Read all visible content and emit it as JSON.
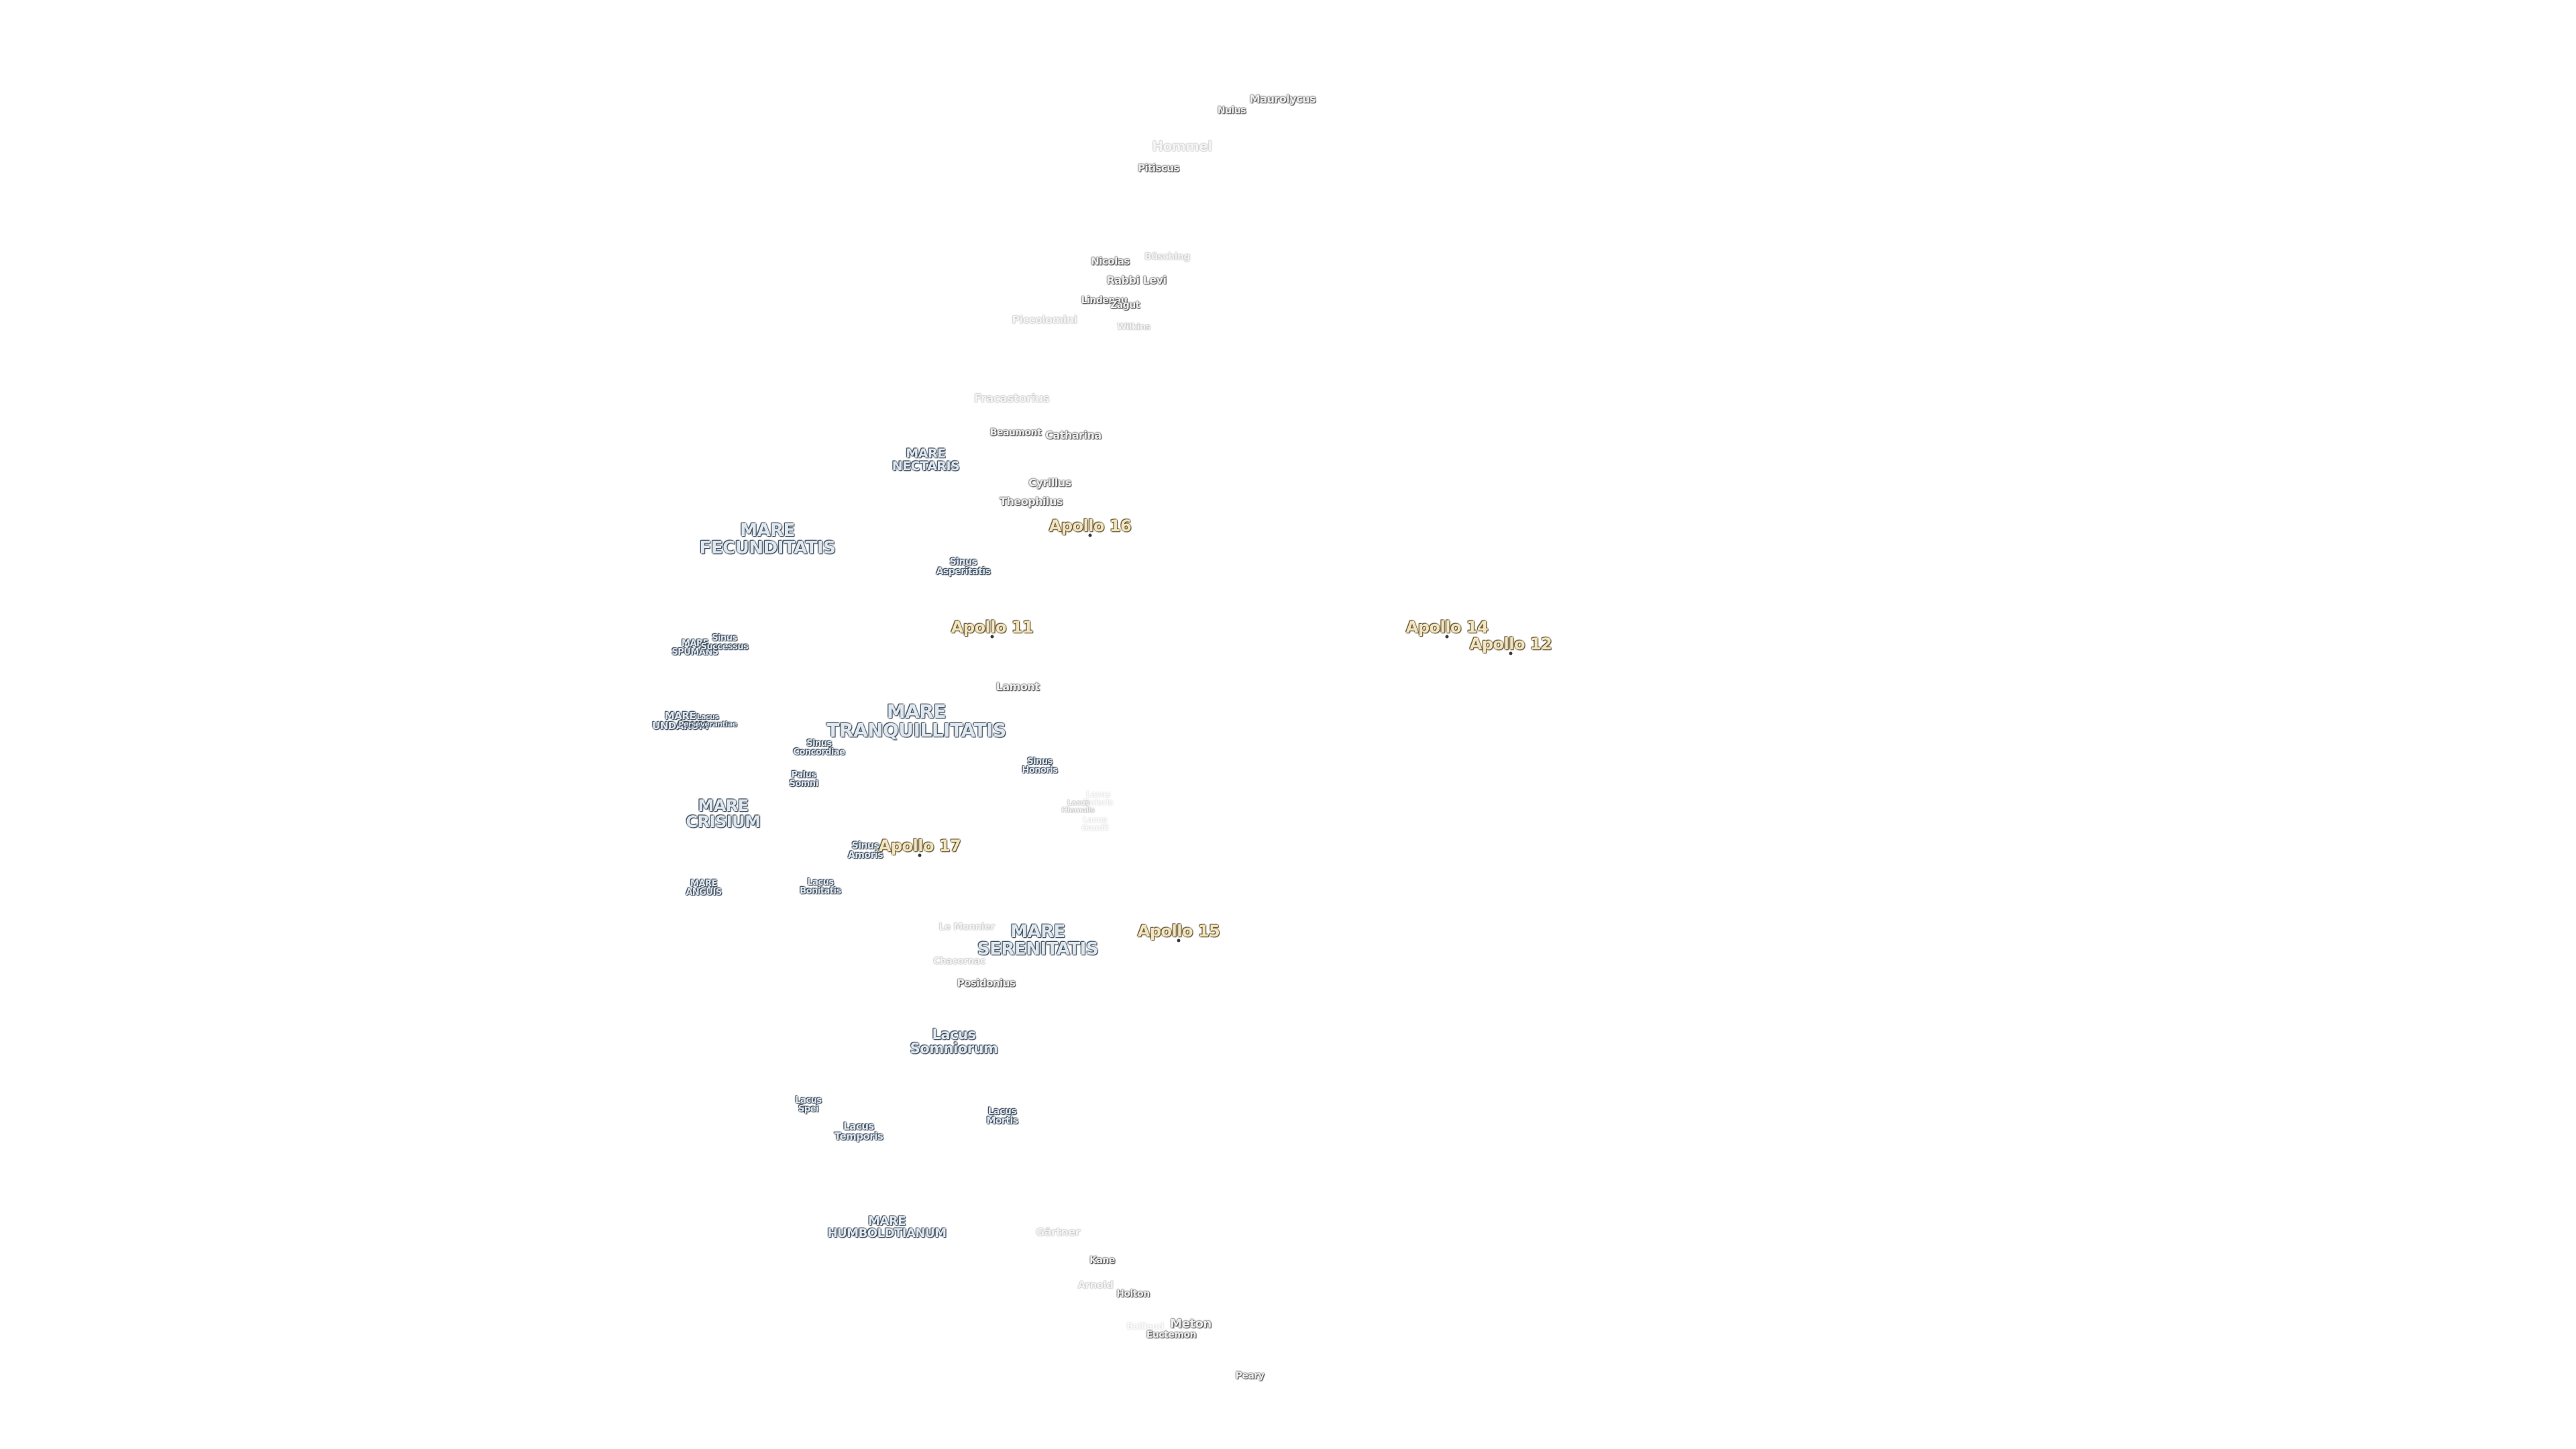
{
  "labels": [
    {
      "text": "Maurolycus",
      "kind": "crater",
      "size": 16
    },
    {
      "text": "Nulus",
      "kind": "crater",
      "size": 14
    },
    {
      "text": "Hommel",
      "kind": "faint",
      "size": 20
    },
    {
      "text": "Pitiscus",
      "kind": "crater",
      "size": 15
    },
    {
      "text": "Nicolas",
      "kind": "crater",
      "size": 15
    },
    {
      "text": "Büsching",
      "kind": "faint",
      "size": 14
    },
    {
      "text": "Rabbi Levi",
      "kind": "crater",
      "size": 16
    },
    {
      "text": "Lindenau",
      "kind": "crater",
      "size": 14
    },
    {
      "text": "Zagut",
      "kind": "crater",
      "size": 14
    },
    {
      "text": "Piccolomini",
      "kind": "faint",
      "size": 16
    },
    {
      "text": "Wilkins",
      "kind": "faint",
      "size": 13
    },
    {
      "text": "Fracastorius",
      "kind": "faint",
      "size": 17
    },
    {
      "text": "Beaumont",
      "kind": "crater",
      "size": 14
    },
    {
      "text": "Catharina",
      "kind": "crater",
      "size": 16
    },
    {
      "text": "MARE\nNECTARIS",
      "kind": "mare",
      "size": 19
    },
    {
      "text": "Cyrillus",
      "kind": "crater",
      "size": 16
    },
    {
      "text": "Theophilus",
      "kind": "crater",
      "size": 16
    },
    {
      "text": "Apollo 16",
      "kind": "apollo",
      "size": 24
    },
    {
      "text": "MARE\nFECUNDITATIS",
      "kind": "mare",
      "size": 26
    },
    {
      "text": "Sinus\nAsperitatis",
      "kind": "mare",
      "size": 14
    },
    {
      "text": "Apollo 11",
      "kind": "apollo",
      "size": 24
    },
    {
      "text": "Apollo 14",
      "kind": "apollo",
      "size": 24
    },
    {
      "text": "Apollo 12",
      "kind": "apollo",
      "size": 24
    },
    {
      "text": "MARE\nSPUMANS",
      "kind": "mare",
      "size": 13
    },
    {
      "text": "Sinus\nSuccessus",
      "kind": "mare",
      "size": 13
    },
    {
      "text": "Lamont",
      "kind": "crater",
      "size": 16
    },
    {
      "text": "MARE\nTRANQUILLITATIS",
      "kind": "mare",
      "size": 28
    },
    {
      "text": "MARE\nUNDARUM",
      "kind": "mare",
      "size": 15
    },
    {
      "text": "Lacus\nPerseverantiae",
      "kind": "mare",
      "size": 11
    },
    {
      "text": "Sinus\nConcordiae",
      "kind": "mare",
      "size": 13
    },
    {
      "text": "Palus\nSomni",
      "kind": "mare",
      "size": 13
    },
    {
      "text": "Sinus\nHonoris",
      "kind": "mare",
      "size": 13
    },
    {
      "text": "Lacus\nDoloris",
      "kind": "faint2",
      "size": 12
    },
    {
      "text": "Lacus\nHiemalis",
      "kind": "faint",
      "size": 11
    },
    {
      "text": "Lacus\nGaudii",
      "kind": "faint2",
      "size": 12
    },
    {
      "text": "MARE\nCRISIUM",
      "kind": "mare",
      "size": 24
    },
    {
      "text": "Sinus\nAmoris",
      "kind": "mare",
      "size": 14
    },
    {
      "text": "Apollo 17",
      "kind": "apollo",
      "size": 24
    },
    {
      "text": "MARE\nANGUIS",
      "kind": "mare",
      "size": 13
    },
    {
      "text": "Lacus\nBonitatis",
      "kind": "mare",
      "size": 13
    },
    {
      "text": "Le Monnier",
      "kind": "faint",
      "size": 14
    },
    {
      "text": "MARE\nSERENITATIS",
      "kind": "mare",
      "size": 26
    },
    {
      "text": "Apollo 15",
      "kind": "apollo",
      "size": 24
    },
    {
      "text": "Chacornac",
      "kind": "faint",
      "size": 14
    },
    {
      "text": "Posidonius",
      "kind": "crater",
      "size": 15
    },
    {
      "text": "Lacus\nSomniorum",
      "kind": "mare",
      "size": 21
    },
    {
      "text": "Lacus\nSpei",
      "kind": "mare",
      "size": 13
    },
    {
      "text": "Lacus\nTemporis",
      "kind": "mare",
      "size": 15
    },
    {
      "text": "Lacus\nMortis",
      "kind": "mare",
      "size": 14
    },
    {
      "text": "MARE\nHUMBOLDTIANUM",
      "kind": "mare",
      "size": 18
    },
    {
      "text": "Gärtner",
      "kind": "faint",
      "size": 16
    },
    {
      "text": "Kane",
      "kind": "crater",
      "size": 14
    },
    {
      "text": "Arnold",
      "kind": "faint",
      "size": 15
    },
    {
      "text": "Holton",
      "kind": "crater",
      "size": 14
    },
    {
      "text": "Meton",
      "kind": "crater",
      "size": 18
    },
    {
      "text": "Baillaud",
      "kind": "faint2",
      "size": 13
    },
    {
      "text": "Euctemon",
      "kind": "crater",
      "size": 14
    },
    {
      "text": "Peary",
      "kind": "crater",
      "size": 14
    }
  ]
}
